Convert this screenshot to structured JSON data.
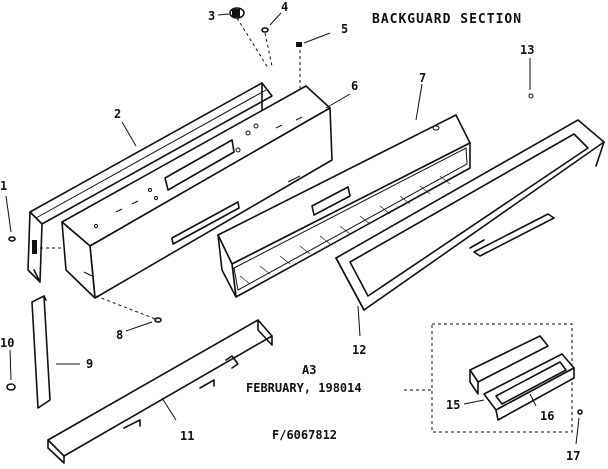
{
  "title": "BACKGUARD SECTION",
  "note": {
    "line1": "A3",
    "line2": "FEBRUARY, 198014"
  },
  "figure_number": "F/6067812",
  "part_numbers": [
    "1",
    "2",
    "3",
    "4",
    "5",
    "6",
    "7",
    "8",
    "9",
    "10",
    "11",
    "12",
    "13",
    "15",
    "16",
    "17"
  ]
}
